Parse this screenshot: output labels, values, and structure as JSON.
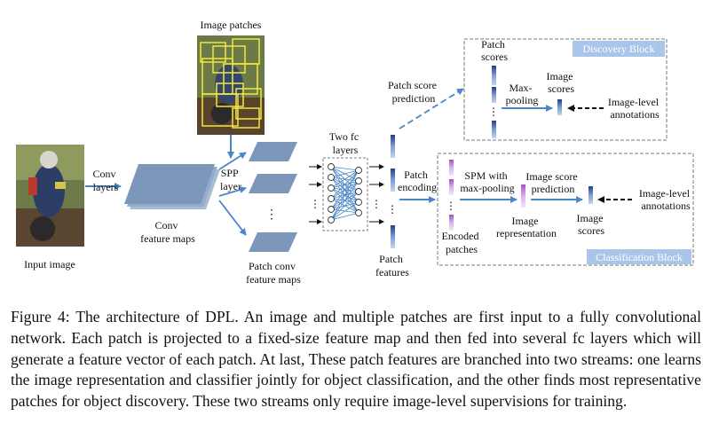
{
  "diagram": {
    "image_patches_label": "Image patches",
    "input_image_label": "Input image",
    "conv_layers_label": [
      "Conv",
      "layers"
    ],
    "conv_feature_maps_label": [
      "Conv",
      "feature maps"
    ],
    "spp_layer_label": [
      "SPP",
      "layer"
    ],
    "patch_conv_feature_maps_label": [
      "Patch conv",
      "feature maps"
    ],
    "two_fc_layers_label": [
      "Two fc",
      "layers"
    ],
    "patch_score_prediction_label": [
      "Patch score",
      "prediction"
    ],
    "patch_encoding_label": [
      "Patch",
      "encoding"
    ],
    "patch_features_label": [
      "Patch",
      "features"
    ],
    "discovery_block": {
      "title": "Discovery Block",
      "patch_scores_label": [
        "Patch",
        "scores"
      ],
      "max_pooling_label": [
        "Max-",
        "pooling"
      ],
      "image_scores_label": [
        "Image",
        "scores"
      ],
      "image_level_annotations_label": [
        "Image-level",
        "annotations"
      ]
    },
    "classification_block": {
      "title": "Classification Block",
      "spm_label": [
        "SPM with",
        "max-pooling"
      ],
      "image_score_prediction_label": [
        "Image score",
        "prediction"
      ],
      "image_representation_label": [
        "Image",
        "representation"
      ],
      "encoded_patches_label": [
        "Encoded",
        "patches"
      ],
      "image_scores_label": [
        "Image",
        "scores"
      ],
      "image_level_annotations_label": [
        "Image-level",
        "annotations"
      ]
    },
    "ellipsis": "⋮"
  },
  "caption": {
    "text": "Figure 4: The architecture of DPL. An image and multiple patches are first input to a fully convolutional network. Each patch is projected to a fixed-size feature map and then fed into several fc layers which will generate a feature vector of each patch. At last, These patch features are branched into two streams: one learns the image representation and classifier jointly for object classification, and the other finds most representative patches for object discovery. These two streams only require image-level supervisions for training."
  },
  "colors": {
    "arrow_blue": "#4a86c8",
    "feature_map_blue": "#7d97bb",
    "block_title_bg": "#a9c6ea",
    "feature_dark": "#1f3f86",
    "feature_light": "#c4d4ec",
    "encoded_purple": "#a44fc7"
  }
}
